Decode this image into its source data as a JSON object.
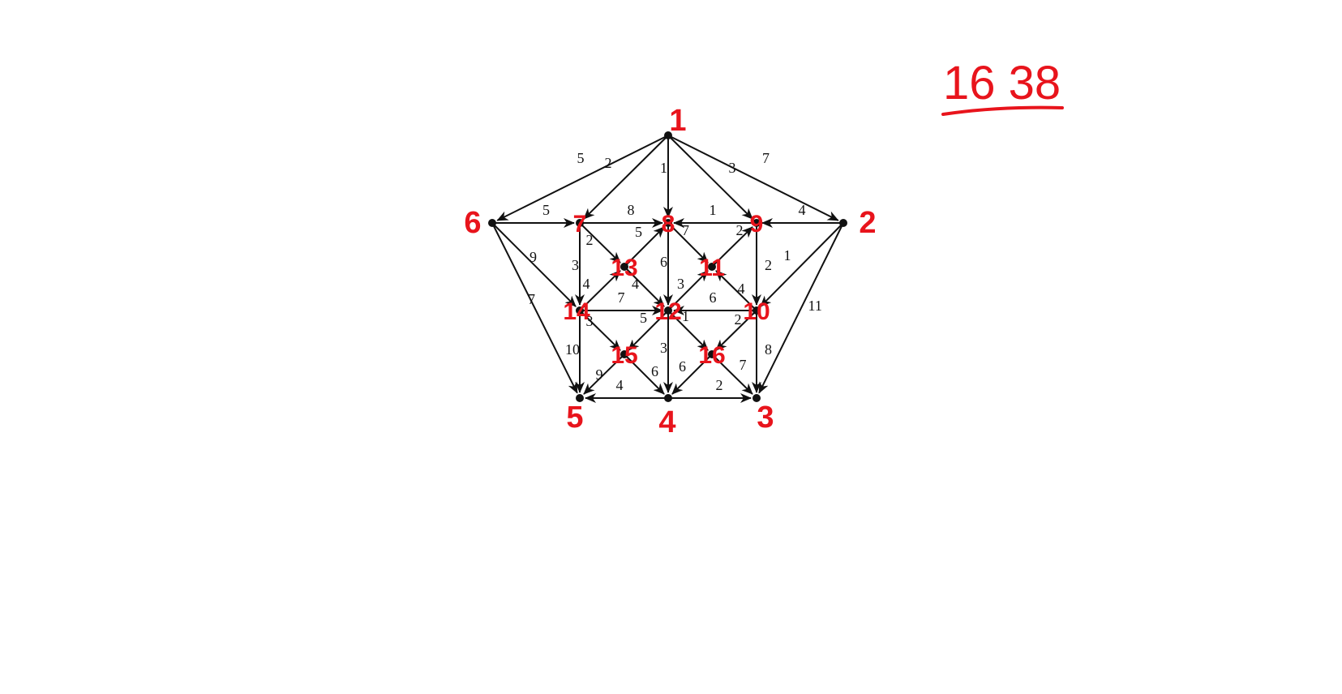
{
  "title": "",
  "annotation": "16 38",
  "colors": {
    "edge": "#111111",
    "label": "#e8141c"
  },
  "nodes": [
    {
      "id": "1",
      "label": "1"
    },
    {
      "id": "2",
      "label": "2"
    },
    {
      "id": "3",
      "label": "3"
    },
    {
      "id": "4",
      "label": "4"
    },
    {
      "id": "5",
      "label": "5"
    },
    {
      "id": "6",
      "label": "6"
    },
    {
      "id": "7",
      "label": "7"
    },
    {
      "id": "8",
      "label": "8"
    },
    {
      "id": "9",
      "label": "9"
    },
    {
      "id": "10",
      "label": "10"
    },
    {
      "id": "11",
      "label": "11"
    },
    {
      "id": "12",
      "label": "12"
    },
    {
      "id": "13",
      "label": "13"
    },
    {
      "id": "14",
      "label": "14"
    },
    {
      "id": "15",
      "label": "15"
    },
    {
      "id": "16",
      "label": "16"
    }
  ],
  "edges": [
    {
      "from": "1",
      "to": "6",
      "weight": "5"
    },
    {
      "from": "1",
      "to": "7",
      "weight": "2"
    },
    {
      "from": "1",
      "to": "8",
      "weight": "1"
    },
    {
      "from": "1",
      "to": "9",
      "weight": "3"
    },
    {
      "from": "1",
      "to": "2",
      "weight": "7"
    },
    {
      "from": "6",
      "to": "7",
      "weight": "5"
    },
    {
      "from": "7",
      "to": "8",
      "weight": "8"
    },
    {
      "from": "9",
      "to": "8",
      "weight": "1"
    },
    {
      "from": "2",
      "to": "9",
      "weight": "4"
    },
    {
      "from": "6",
      "to": "14",
      "weight": "9"
    },
    {
      "from": "6",
      "to": "5",
      "weight": "7"
    },
    {
      "from": "7",
      "to": "14",
      "weight": "3"
    },
    {
      "from": "7",
      "to": "13",
      "weight": "2"
    },
    {
      "from": "13",
      "to": "8",
      "weight": "5"
    },
    {
      "from": "8",
      "to": "12",
      "weight": "6"
    },
    {
      "from": "8",
      "to": "11",
      "weight": "7"
    },
    {
      "from": "11",
      "to": "9",
      "weight": "2"
    },
    {
      "from": "9",
      "to": "10",
      "weight": "2"
    },
    {
      "from": "2",
      "to": "10",
      "weight": "1"
    },
    {
      "from": "2",
      "to": "3",
      "weight": "11"
    },
    {
      "from": "14",
      "to": "13",
      "weight": "4"
    },
    {
      "from": "13",
      "to": "12",
      "weight": "4"
    },
    {
      "from": "12",
      "to": "11",
      "weight": "3"
    },
    {
      "from": "10",
      "to": "11",
      "weight": "4"
    },
    {
      "from": "14",
      "to": "12",
      "weight": "7"
    },
    {
      "from": "10",
      "to": "12",
      "weight": "6"
    },
    {
      "from": "14",
      "to": "5",
      "weight": "10"
    },
    {
      "from": "14",
      "to": "15",
      "weight": "3"
    },
    {
      "from": "12",
      "to": "15",
      "weight": "5"
    },
    {
      "from": "12",
      "to": "4",
      "weight": "3"
    },
    {
      "from": "12",
      "to": "16",
      "weight": "1"
    },
    {
      "from": "10",
      "to": "16",
      "weight": "2"
    },
    {
      "from": "10",
      "to": "3",
      "weight": "8"
    },
    {
      "from": "15",
      "to": "5",
      "weight": "9"
    },
    {
      "from": "15",
      "to": "4",
      "weight": "6"
    },
    {
      "from": "16",
      "to": "4",
      "weight": "6"
    },
    {
      "from": "16",
      "to": "3",
      "weight": "7"
    },
    {
      "from": "4",
      "to": "5",
      "weight": "4"
    },
    {
      "from": "4",
      "to": "3",
      "weight": "2"
    }
  ]
}
